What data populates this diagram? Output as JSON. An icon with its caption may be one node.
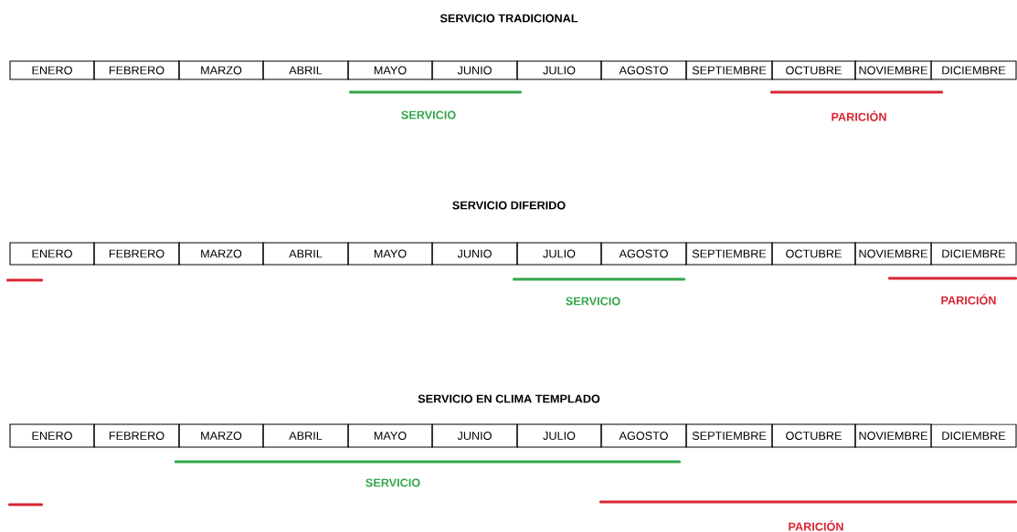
{
  "diagram": {
    "nodes": [
      {
        "text": [],
        "shape": "bar",
        "beside": [
          "SERVICIO"
        ]
      },
      {
        "text": [],
        "shape": "bar",
        "beside": [
          "PARICIÓN"
        ]
      },
      {
        "text": [],
        "shape": "bar"
      },
      {
        "text": [],
        "shape": "bar",
        "beside": [
          "SERVICIO"
        ]
      },
      {
        "text": [],
        "shape": "bar",
        "beside": [
          "PARICIÓN"
        ]
      },
      {
        "text": [],
        "shape": "bar",
        "beside": [
          "SERVICIO"
        ]
      },
      {
        "text": [],
        "shape": "bar"
      },
      {
        "text": [],
        "shape": "bar",
        "beside": [
          "PARICIÓN"
        ]
      }
    ],
    "labels": [
      "SERVICIO TRADICIONAL",
      "ENERO",
      "FEBRERO",
      "MARZO",
      "ABRIL",
      "MAYO",
      "JUNIO",
      "JULIO",
      "AGOSTO",
      "SEPTIEMBRE",
      "OCTUBRE",
      "NOVIEMBRE",
      "DICIEMBRE",
      "SERVICIO DIFERIDO",
      "ENERO",
      "FEBRERO",
      "MARZO",
      "ABRIL",
      "MAYO",
      "JUNIO",
      "JULIO",
      "AGOSTO",
      "SEPTIEMBRE",
      "OCTUBRE",
      "NOVIEMBRE",
      "DICIEMBRE",
      "SERVICIO EN CLIMA TEMPLADO",
      "ENERO",
      "FEBRERO",
      "MARZO",
      "ABRIL",
      "MAYO",
      "JUNIO",
      "JULIO",
      "AGOSTO",
      "SEPTIEMBRE",
      "OCTUBRE",
      "NOVIEMBRE",
      "DICIEMBRE"
    ]
  }
}
